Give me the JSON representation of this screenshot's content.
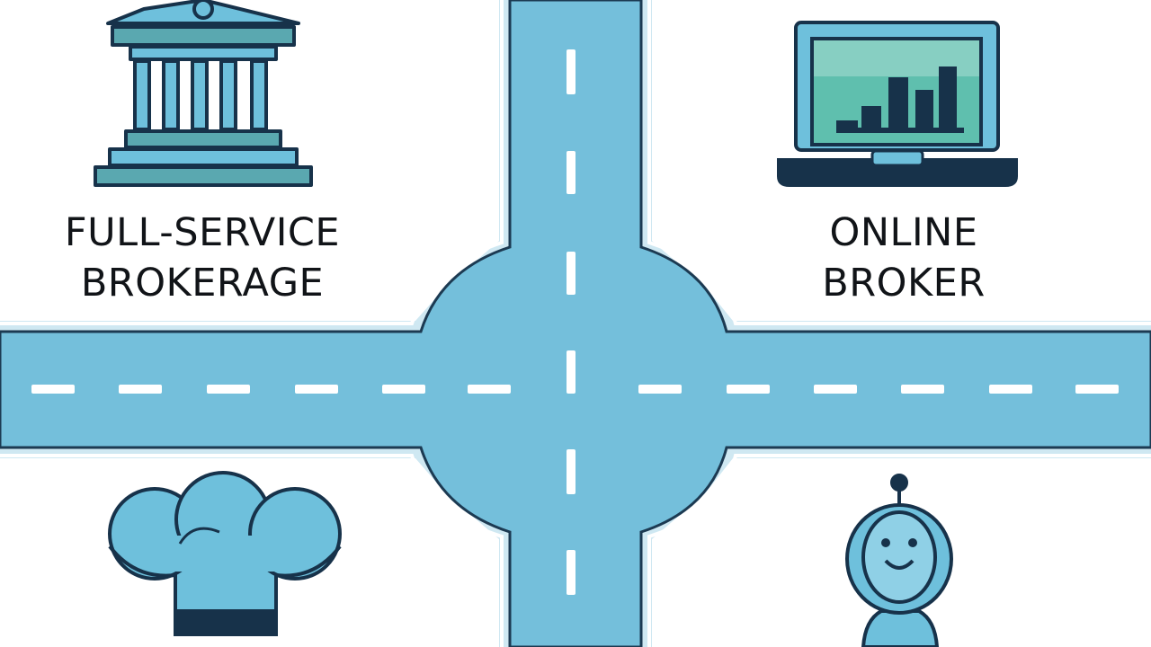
{
  "quadrants": {
    "top_left": {
      "icon": "bank-building-icon",
      "label_line1": "FULL-SERVICE",
      "label_line2": "BROKERAGE"
    },
    "top_right": {
      "icon": "laptop-bar-chart-icon",
      "label_line1": "ONLINE",
      "label_line2": "BROKER"
    },
    "bottom_left": {
      "icon": "chef-hat-icon"
    },
    "bottom_right": {
      "icon": "robot-face-icon"
    }
  },
  "colors": {
    "road": "#74bfdb",
    "road_edge": "#1c3a52",
    "lane_marking": "#ffffff",
    "icon_fill_light": "#6ec0dc",
    "icon_fill_teal": "#5aa8b0",
    "icon_outline": "#17324a",
    "label_text": "#111418"
  }
}
